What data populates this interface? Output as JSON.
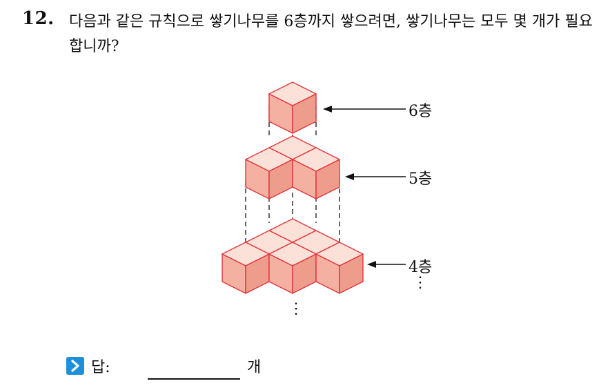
{
  "question": {
    "number": "12.",
    "text": "다음과 같은 규칙으로 쌓기나무를 6층까지 쌓으려면, 쌓기나무는 모두 몇 개가 필요합니까?"
  },
  "figure": {
    "labels": [
      "6층",
      "5층",
      "4층"
    ],
    "continuation": "⋮",
    "cube_colors": {
      "top": "#fbe1d8",
      "left": "#f4b1a2",
      "right": "#ee9c8c",
      "edge": "#e2343b"
    }
  },
  "answer": {
    "label": "답:",
    "unit": "개",
    "icon": "chevron-right-icon",
    "icon_color": "#1e8fd9"
  }
}
